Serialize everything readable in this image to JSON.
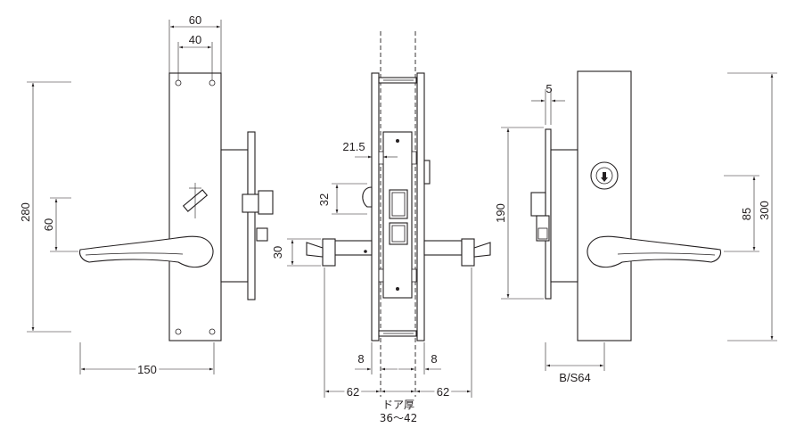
{
  "dimensions": {
    "front_plate_width": "60",
    "front_hole_pitch": "40",
    "front_plate_height": "280",
    "front_keyhole_offset": "60",
    "front_lever_length": "150",
    "side_backset_label": "21.5",
    "side_deadbolt_height": "32",
    "side_lever_height": "30",
    "side_plate_thickness_left": "8",
    "side_plate_thickness_right": "8",
    "side_projection_left": "62",
    "side_projection_right": "62",
    "door_thickness_label": "ドア厚",
    "door_thickness_range": "36～42",
    "rear_gap": "5",
    "rear_case_height": "190",
    "rear_cylinder_offset": "85",
    "rear_plate_height": "300",
    "rear_backset": "B/S64"
  },
  "colors": {
    "line": "#231f20",
    "background": "#ffffff"
  }
}
